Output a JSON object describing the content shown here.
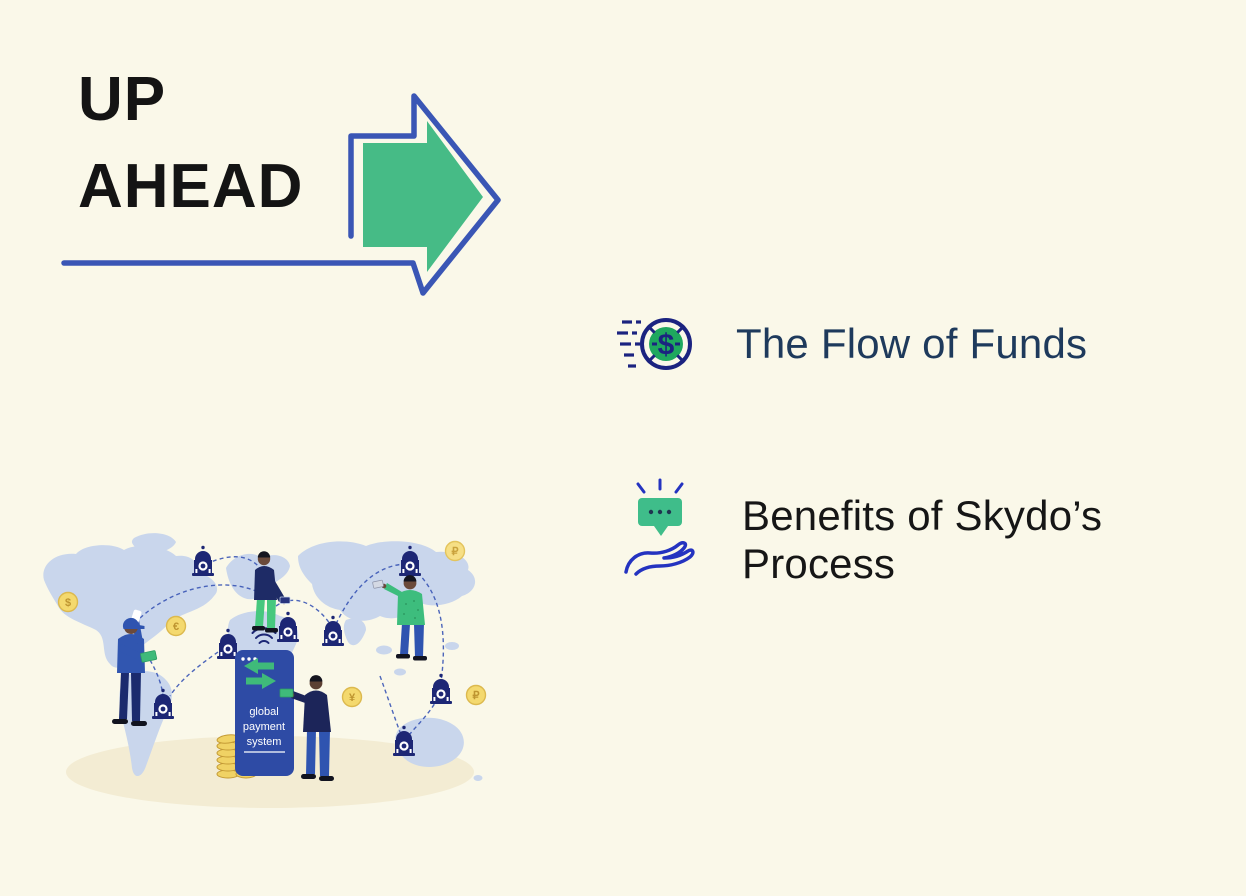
{
  "slide": {
    "background_color": "#FAF8E9",
    "accent_blue": "#3A56B5",
    "accent_green": "#46BB86",
    "navy": "#1B2380",
    "title": {
      "line1": "UP",
      "line2": "AHEAD"
    },
    "agenda": {
      "items": [
        {
          "icon": "fast-money-coin-icon",
          "label": "The Flow of Funds",
          "label_color": "#1E3A5C"
        },
        {
          "icon": "speech-bubble-hand-icon",
          "label": "Benefits of Skydo’s Process",
          "label_color": "#161616"
        }
      ]
    },
    "coin_icon": {
      "symbol": "$"
    },
    "illustration": {
      "description": "world map with banks, people and a global payment system phone",
      "phone": {
        "lines": [
          "global",
          "payment",
          "system"
        ]
      },
      "currency_coins": [
        {
          "symbol": "$"
        },
        {
          "symbol": "€"
        },
        {
          "symbol": "₽"
        },
        {
          "symbol": "¥"
        },
        {
          "symbol": "₽"
        }
      ]
    }
  }
}
